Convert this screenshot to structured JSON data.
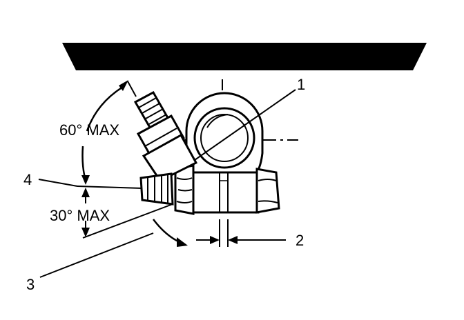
{
  "labels": {
    "callout_1": "1",
    "callout_2": "2",
    "callout_3": "3",
    "callout_4": "4",
    "angle_60": "60° MAX",
    "angle_30": "30° MAX"
  },
  "colors": {
    "ink": "#000000",
    "paper": "#ffffff"
  }
}
